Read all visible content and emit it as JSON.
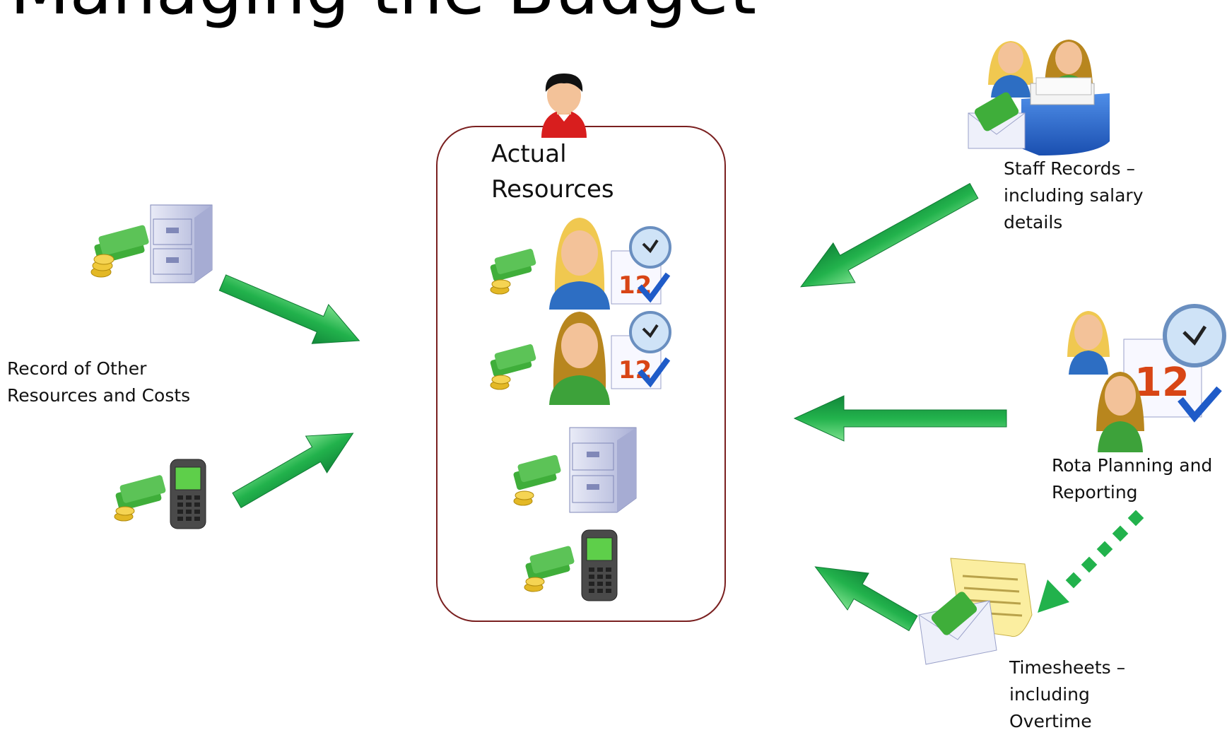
{
  "title": "Managing the Budget",
  "center_box": {
    "label": "Actual\nResources"
  },
  "nodes": {
    "staff_records": "Staff Records –\nincluding salary\ndetails",
    "other_resources": "Record of Other\nResources and Costs",
    "rota": "Rota Planning and\nReporting",
    "timesheets": "Timesheets –\nincluding\nOvertime"
  },
  "colors": {
    "arrow": "#22b24c",
    "box_border": "#7a2020",
    "cabinet": "#c9cde6",
    "money": "#3fae3a",
    "coin": "#e3b825",
    "phone": "#4a4a4a",
    "person_blond_hair": "#f0c850",
    "person_brown_hair": "#b8861e",
    "person_man_hair": "#111111"
  }
}
